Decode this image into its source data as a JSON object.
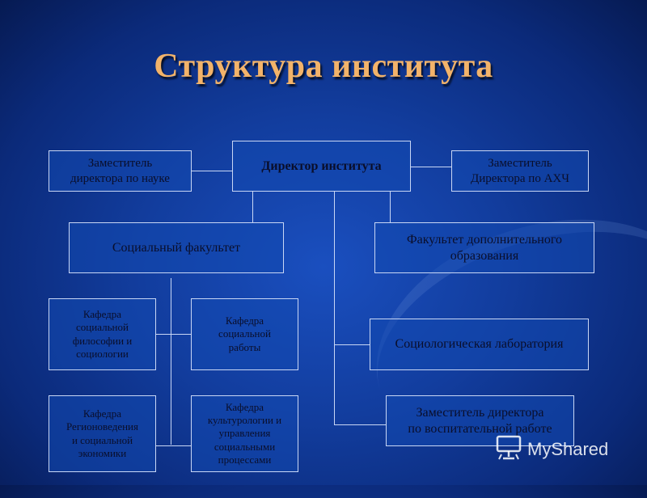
{
  "title": "Структура института",
  "boxes": {
    "director": "Директор института",
    "deputy_science": "Заместитель\nдиректора по науке",
    "deputy_ahch": "Заместитель\nДиректора по АХЧ",
    "social_faculty": "Социальный факультет",
    "extra_education_faculty": "Факультет дополнительного\nобразования",
    "dept_social_philosophy": "Кафедра\nсоциальной\nфилософии и\nсоциологии",
    "dept_social_work": "Кафедра\nсоциальной\nработы",
    "dept_regional_studies": "Кафедра\nРегионоведения\nи социальной\nэкономики",
    "dept_culturology": "Кафедра\nкультурологии и\nуправления\nсоциальными\nпроцессами",
    "sociology_lab": "Социологическая лаборатория",
    "deputy_education_work": "Заместитель директора\nпо воспитательной работе"
  },
  "watermark": "MyShared"
}
